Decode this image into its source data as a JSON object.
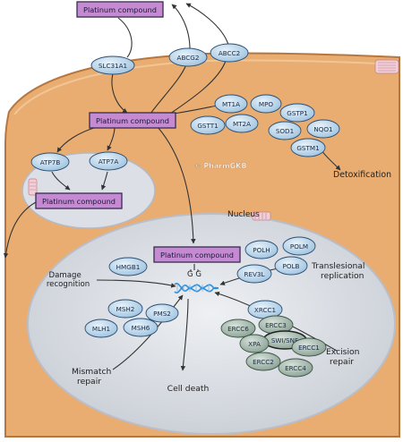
{
  "watermark": "© PharmGKB",
  "colors": {
    "cell_fill": "#e9ad72",
    "cell_stroke": "#b5773f",
    "nucleus_fill": "#d9dde3",
    "vesicle_fill": "#dcdfe6",
    "compound_fill": "#c58ad2",
    "compound_stroke": "#3a2a55",
    "protein_fill": "#bcd7ea",
    "protein_dark_fill": "#9fb3a8",
    "dna_color": "#2f8fd8"
  },
  "compounds": {
    "outside": "Platinum compound",
    "cytoplasm": "Platinum compound",
    "vesicle": "Platinum compound",
    "nucleus": "Platinum compound"
  },
  "transporters": {
    "slc31a1": "SLC31A1",
    "abcg2": "ABCG2",
    "abcc2": "ABCC2",
    "atp7b": "ATP7B",
    "atp7a": "ATP7A"
  },
  "detox": {
    "mt1a": "MT1A",
    "mpo": "MPO",
    "gstt1": "GSTT1",
    "mt2a": "MT2A",
    "gstp1": "GSTP1",
    "sod1": "SOD1",
    "nqo1": "NQO1",
    "gstm1": "GSTM1",
    "label": "Detoxification"
  },
  "nucleus": {
    "label": "Nucleus",
    "adduct": "G G",
    "hmgb1": "HMGB1",
    "damage_label": [
      "Damage",
      "recognition"
    ],
    "tls": {
      "polh": "POLH",
      "polm": "POLM",
      "polb": "POLB",
      "rev3l": "REV3L",
      "label": [
        "Translesional",
        "replication"
      ]
    },
    "mismatch": {
      "msh2": "MSH2",
      "pms2": "PMS2",
      "mlh1": "MLH1",
      "msh6": "MSH6",
      "label": [
        "Mismatch",
        "repair"
      ]
    },
    "excision": {
      "xrcc1": "XRCC1",
      "ercc3": "ERCC3",
      "ercc6": "ERCC6",
      "swi_snf": "SWI/SNF",
      "xpa": "XPA",
      "ercc1": "ERCC1",
      "ercc2": "ERCC2",
      "ercc4": "ERCC4",
      "label": [
        "Excision",
        "repair"
      ]
    },
    "cell_death": "Cell death"
  }
}
